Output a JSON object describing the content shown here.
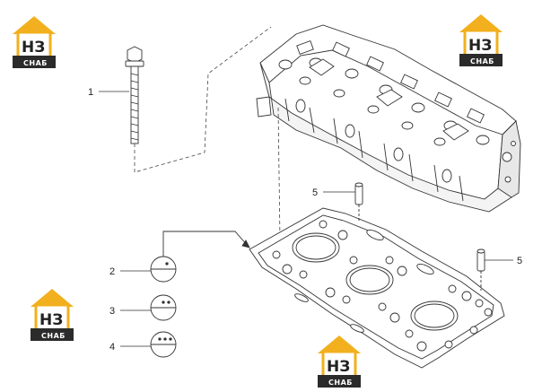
{
  "callouts": [
    {
      "id": "1",
      "label": "1"
    },
    {
      "id": "2",
      "label": "2"
    },
    {
      "id": "3",
      "label": "3"
    },
    {
      "id": "4",
      "label": "4"
    },
    {
      "id": "5a",
      "label": "5"
    },
    {
      "id": "5b",
      "label": "5"
    }
  ],
  "watermark": {
    "top_text": "НЗ",
    "bottom_text": "СНАБ",
    "accent_color": "#f2b01e",
    "dark_color": "#2b2b2b"
  }
}
